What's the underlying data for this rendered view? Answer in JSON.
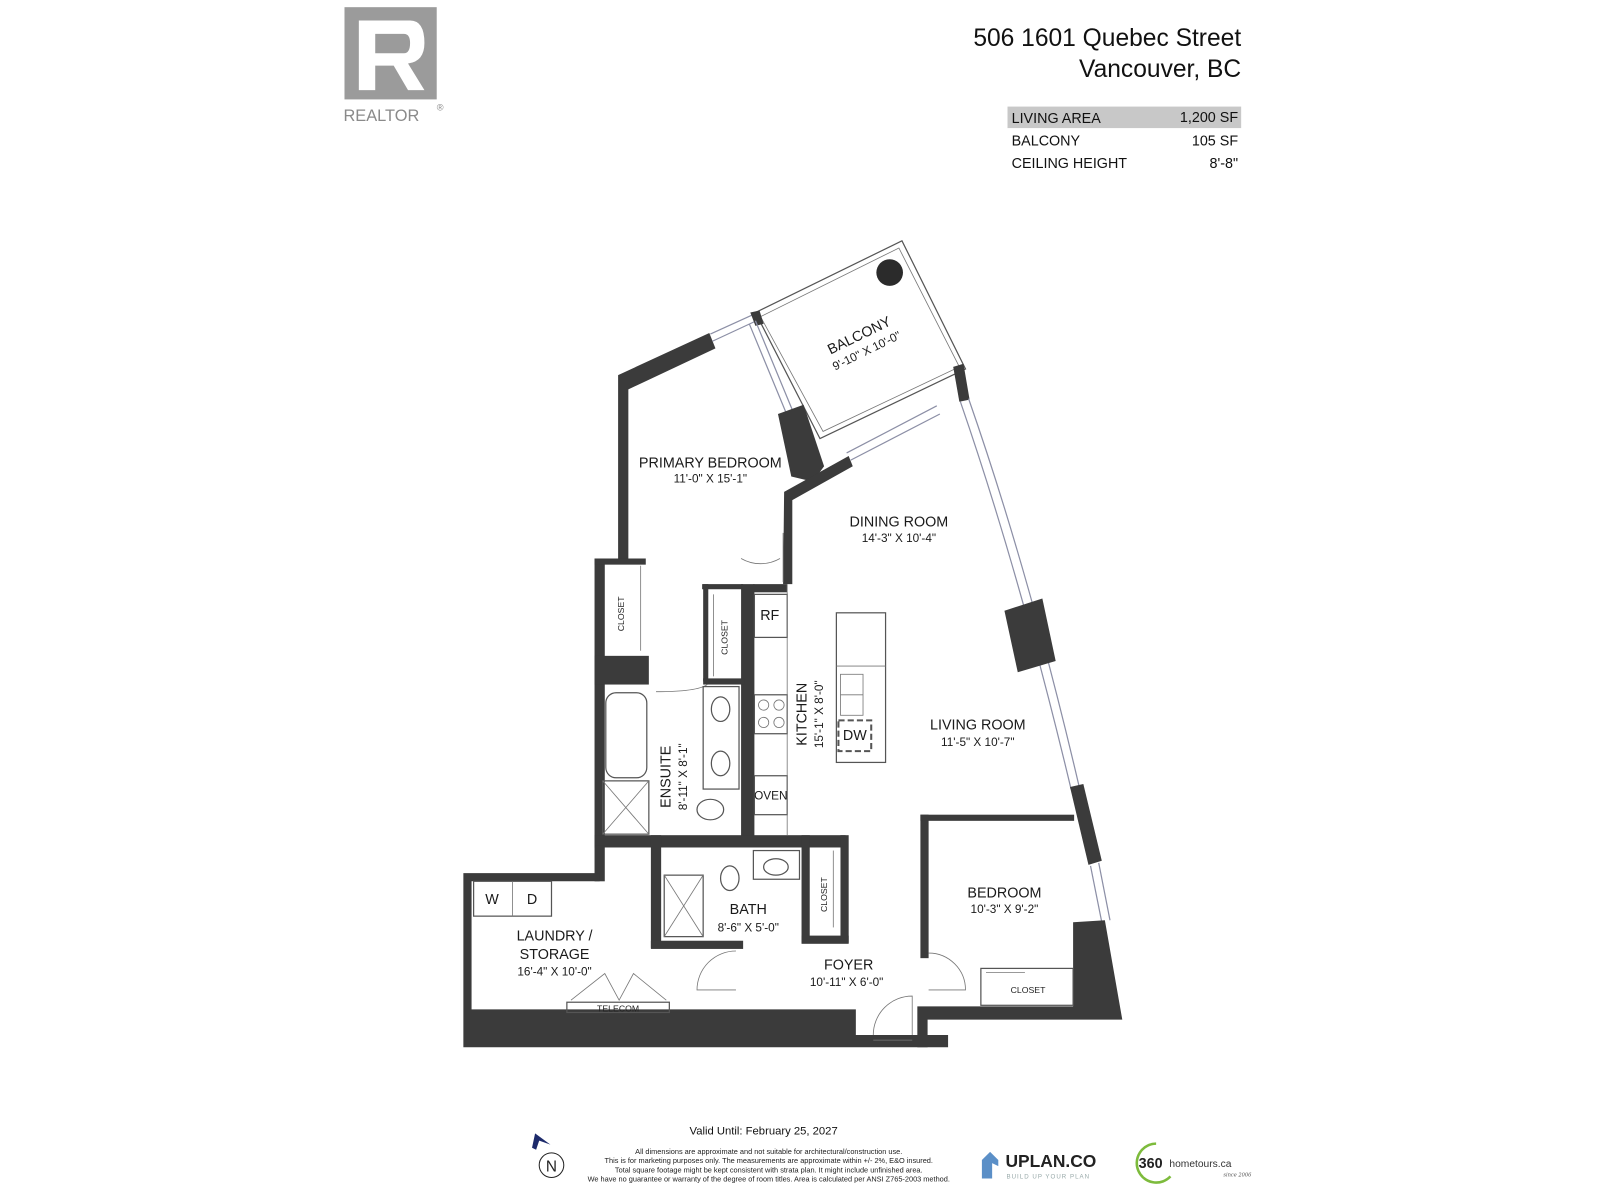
{
  "logo": {
    "text": "REALTOR",
    "mark": "®"
  },
  "header": {
    "address_line1": "506 1601 Quebec Street",
    "address_line2": "Vancouver, BC"
  },
  "areas": [
    {
      "label": "LIVING AREA",
      "value": "1,200 SF",
      "highlighted": true
    },
    {
      "label": "BALCONY",
      "value": "105 SF",
      "highlighted": false
    },
    {
      "label": "CEILING HEIGHT",
      "value": "8'-8\"",
      "highlighted": false
    }
  ],
  "rooms": {
    "balcony": {
      "name": "BALCONY",
      "dims": "9'-10\" X 10'-0\""
    },
    "primary_bedroom": {
      "name": "PRIMARY BEDROOM",
      "dims": "11'-0\" X 15'-1\""
    },
    "dining_room": {
      "name": "DINING ROOM",
      "dims": "14'-3\" X 10'-4\""
    },
    "kitchen": {
      "name": "KITCHEN",
      "dims": "15'-1\" X 8'-0\""
    },
    "living_room": {
      "name": "LIVING ROOM",
      "dims": "11'-5\" X 10'-7\""
    },
    "ensuite": {
      "name": "ENSUITE",
      "dims": "8'-11\" X 8'-1\""
    },
    "bath": {
      "name": "BATH",
      "dims": "8'-6\" X 5'-0\""
    },
    "bedroom": {
      "name": "BEDROOM",
      "dims": "10'-3\" X 9'-2\""
    },
    "laundry": {
      "name_line1": "LAUNDRY /",
      "name_line2": "STORAGE",
      "dims": "16'-4\" X 10'-0\""
    },
    "foyer": {
      "name": "FOYER",
      "dims": "10'-11\" X 6'-0\""
    }
  },
  "fixtures": {
    "closet": "CLOSET",
    "telecom": "TELECOM",
    "fridge": "RF",
    "oven": "OVEN",
    "dishwasher": "DW",
    "washer": "W",
    "dryer": "D"
  },
  "footer": {
    "valid_until": "Valid Until: February 25, 2027",
    "north": "N",
    "disclaimer": [
      "All dimensions are approximate and not suitable for architectural/construction use.",
      "This is for marketing purposes only. The measurements are approximate within +/- 2%, E&O insured.",
      "Total square footage might be kept consistent with strata plan. It might include unfinished area.",
      "We have no guarantee or warranty of the degree of room titles. Area is calculated per ANSI Z765-2003 method."
    ],
    "uplan": {
      "name": "UPLAN.CO",
      "tagline": "BUILD UP YOUR PLAN"
    },
    "hometours": {
      "number": "360",
      "name": "hometours.ca",
      "since": "since 2006"
    }
  },
  "colors": {
    "wall": "#3b3b3b",
    "highlight_row": "#c8c8c8",
    "uplan_blue": "#5b8fc7",
    "hometours_green": "#7dbb3c"
  }
}
